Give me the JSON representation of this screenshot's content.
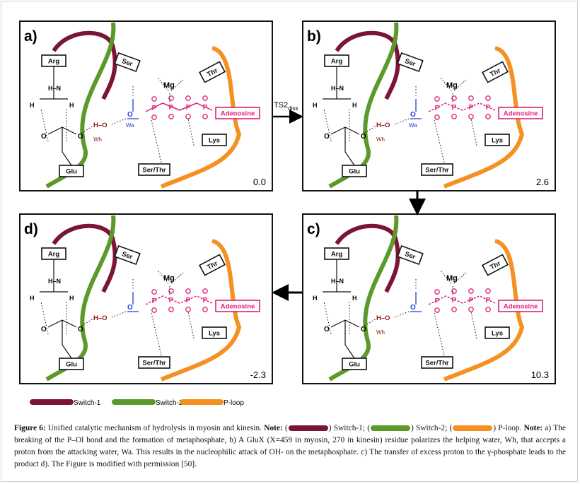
{
  "colors": {
    "switch1": "#7a1538",
    "switch2": "#5b9a2a",
    "ploop": "#f59123",
    "phosphate": "#e0207a",
    "oxygen_red": "#e01010",
    "water_red": "#9a1010",
    "hydrogen_blue": "#1f3fd0"
  },
  "transition_label": "TS2",
  "transition_sub": "diss",
  "panels": [
    {
      "letter": "a)",
      "energy": "0.0",
      "labels": {
        "arg": "Arg",
        "ser": "Ser",
        "thr": "Thr",
        "adenosine": "Adenosine",
        "lys": "Lys",
        "glu": "Glu",
        "serthr": "Ser/Thr",
        "mg": "Mg",
        "wa": "Wa",
        "wh": "Wh"
      }
    },
    {
      "letter": "b)",
      "energy": "2.6",
      "labels": {
        "arg": "Arg",
        "ser": "Ser",
        "thr": "Thr",
        "adenosine": "Adenosine",
        "lys": "Lys",
        "glu": "Glu",
        "serthr": "Ser/Thr",
        "mg": "Mg",
        "wa": "Wa",
        "wh": "Wh"
      }
    },
    {
      "letter": "d)",
      "energy": "-2.3",
      "labels": {
        "arg": "Arg",
        "ser": "Ser",
        "thr": "Thr",
        "adenosine": "Adenosine",
        "lys": "Lys",
        "glu": "Glu",
        "serthr": "Ser/Thr",
        "mg": "Mg",
        "wa": "",
        "wh": ""
      }
    },
    {
      "letter": "c)",
      "energy": "10.3",
      "labels": {
        "arg": "Arg",
        "ser": "Ser",
        "thr": "Thr",
        "adenosine": "Adenosine",
        "lys": "Lys",
        "glu": "Glu",
        "serthr": "Ser/Thr",
        "mg": "Mg",
        "wa": "",
        "wh": "Wh"
      }
    }
  ],
  "legend": [
    {
      "label": "Switch-1",
      "color": "#7a1538"
    },
    {
      "label": "Switch-2",
      "color": "#5b9a2a"
    },
    {
      "label": "P-loop",
      "color": "#f59123"
    }
  ],
  "caption": {
    "figure_label": "Figure 6:",
    "title": "Unified catalytic mechanism of hydrolysis in myosin and kinesin.",
    "note_label": "Note:",
    "legend_text_1": "Switch-1;",
    "legend_text_2": "Switch-2;",
    "legend_text_3": "P-loop.",
    "note2_label": "Note:",
    "body": "a) The breaking of the P–Ol bond and the formation of metaphosphate, b) A GluX (X=459 in myosin, 270 in kinesin) residue polarizes the helping water, Wh, that accepts a proton from the attacking water, Wa. This results in the nucleophilic attack of OH- on the metaphosphate. c) The transfer of excess proton to the γ-phosphate leads to the product d). The Figure is modified with permission [50]."
  }
}
